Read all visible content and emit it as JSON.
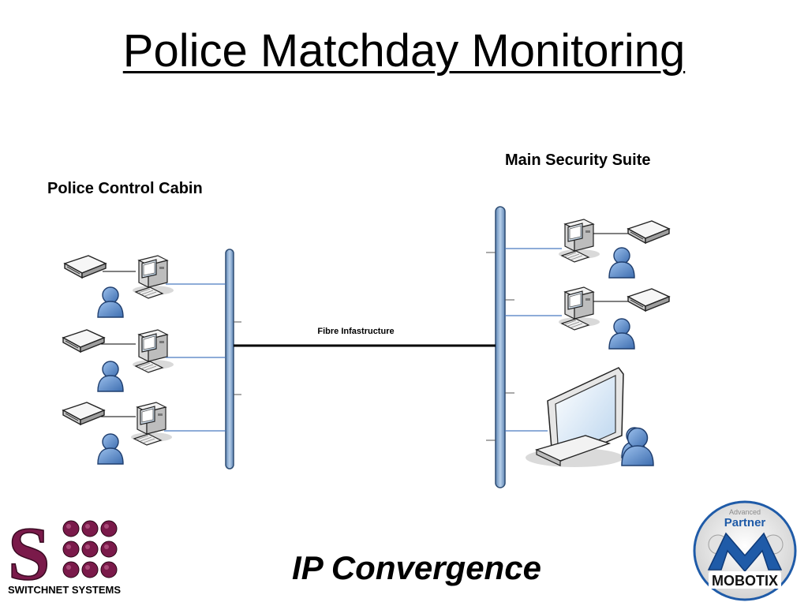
{
  "title": "Police Matchday Monitoring",
  "left_heading": "Police Control Cabin",
  "right_heading": "Main Security Suite",
  "link_label": "Fibre Infastructure",
  "subtitle": "IP Convergence",
  "logos": {
    "left_text": "SWITCHNET SYSTEMS",
    "right_small": "Advanced",
    "right_partner": "Partner",
    "right_brand": "MOBOTIX"
  },
  "colors": {
    "backbone": "#8FB4DC",
    "backbone_stroke": "#3A5A80",
    "user": "#6A9AD8",
    "maroon": "#7A1A4A",
    "mobotix_blue": "#1F5BA8"
  }
}
